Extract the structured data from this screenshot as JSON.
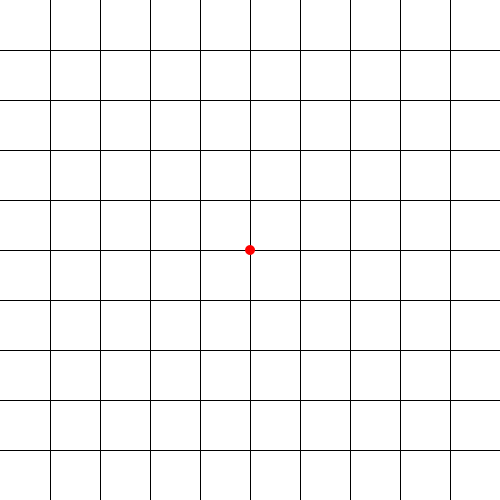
{
  "grid": {
    "columns": 10,
    "rows": 10,
    "line_color": "#000000",
    "background_color": "#ffffff"
  },
  "marker": {
    "column": 5,
    "row": 5,
    "color": "#ff0000",
    "shape": "dot"
  }
}
